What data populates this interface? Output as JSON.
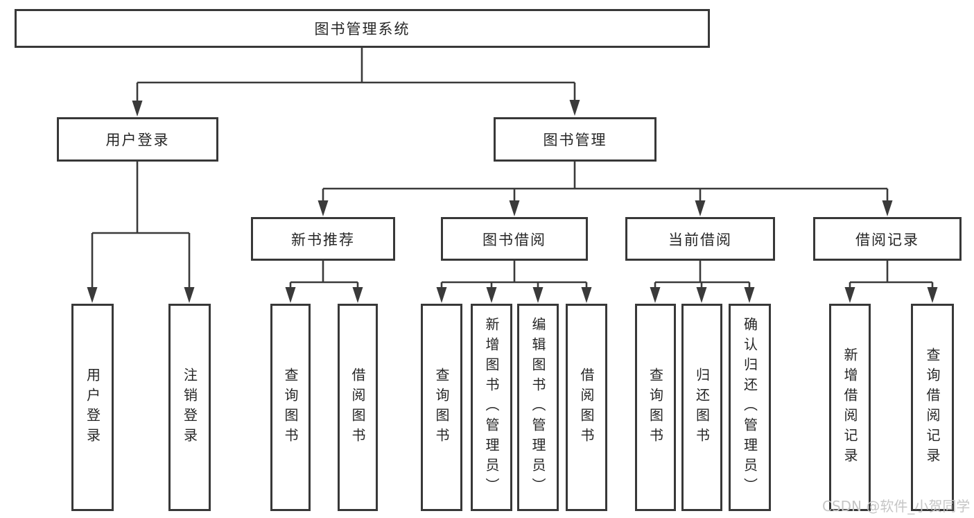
{
  "colors": {
    "line": "#3a3a3a",
    "box_border": "#383838",
    "text": "#262626",
    "watermark": "#c6c6c6",
    "background": "#ffffff"
  },
  "tree": {
    "root": {
      "label": "图书管理系统"
    },
    "branches": [
      {
        "label": "用户登录",
        "children": [
          {
            "label": "用户登录"
          },
          {
            "label": "注销登录"
          }
        ]
      },
      {
        "label": "图书管理",
        "children": [
          {
            "label": "新书推荐",
            "children": [
              {
                "label": "查询图书"
              },
              {
                "label": "借阅图书"
              }
            ]
          },
          {
            "label": "图书借阅",
            "children": [
              {
                "label": "查询图书"
              },
              {
                "label": "新增图书（管理员）"
              },
              {
                "label": "编辑图书（管理员）"
              },
              {
                "label": "借阅图书"
              }
            ]
          },
          {
            "label": "当前借阅",
            "children": [
              {
                "label": "查询图书"
              },
              {
                "label": "归还图书"
              },
              {
                "label": "确认归还（管理员）"
              }
            ]
          },
          {
            "label": "借阅记录",
            "children": [
              {
                "label": "新增借阅记录"
              },
              {
                "label": "查询借阅记录"
              }
            ]
          }
        ]
      }
    ]
  },
  "watermark": {
    "text": "CSDN @软件_小贺同学"
  }
}
